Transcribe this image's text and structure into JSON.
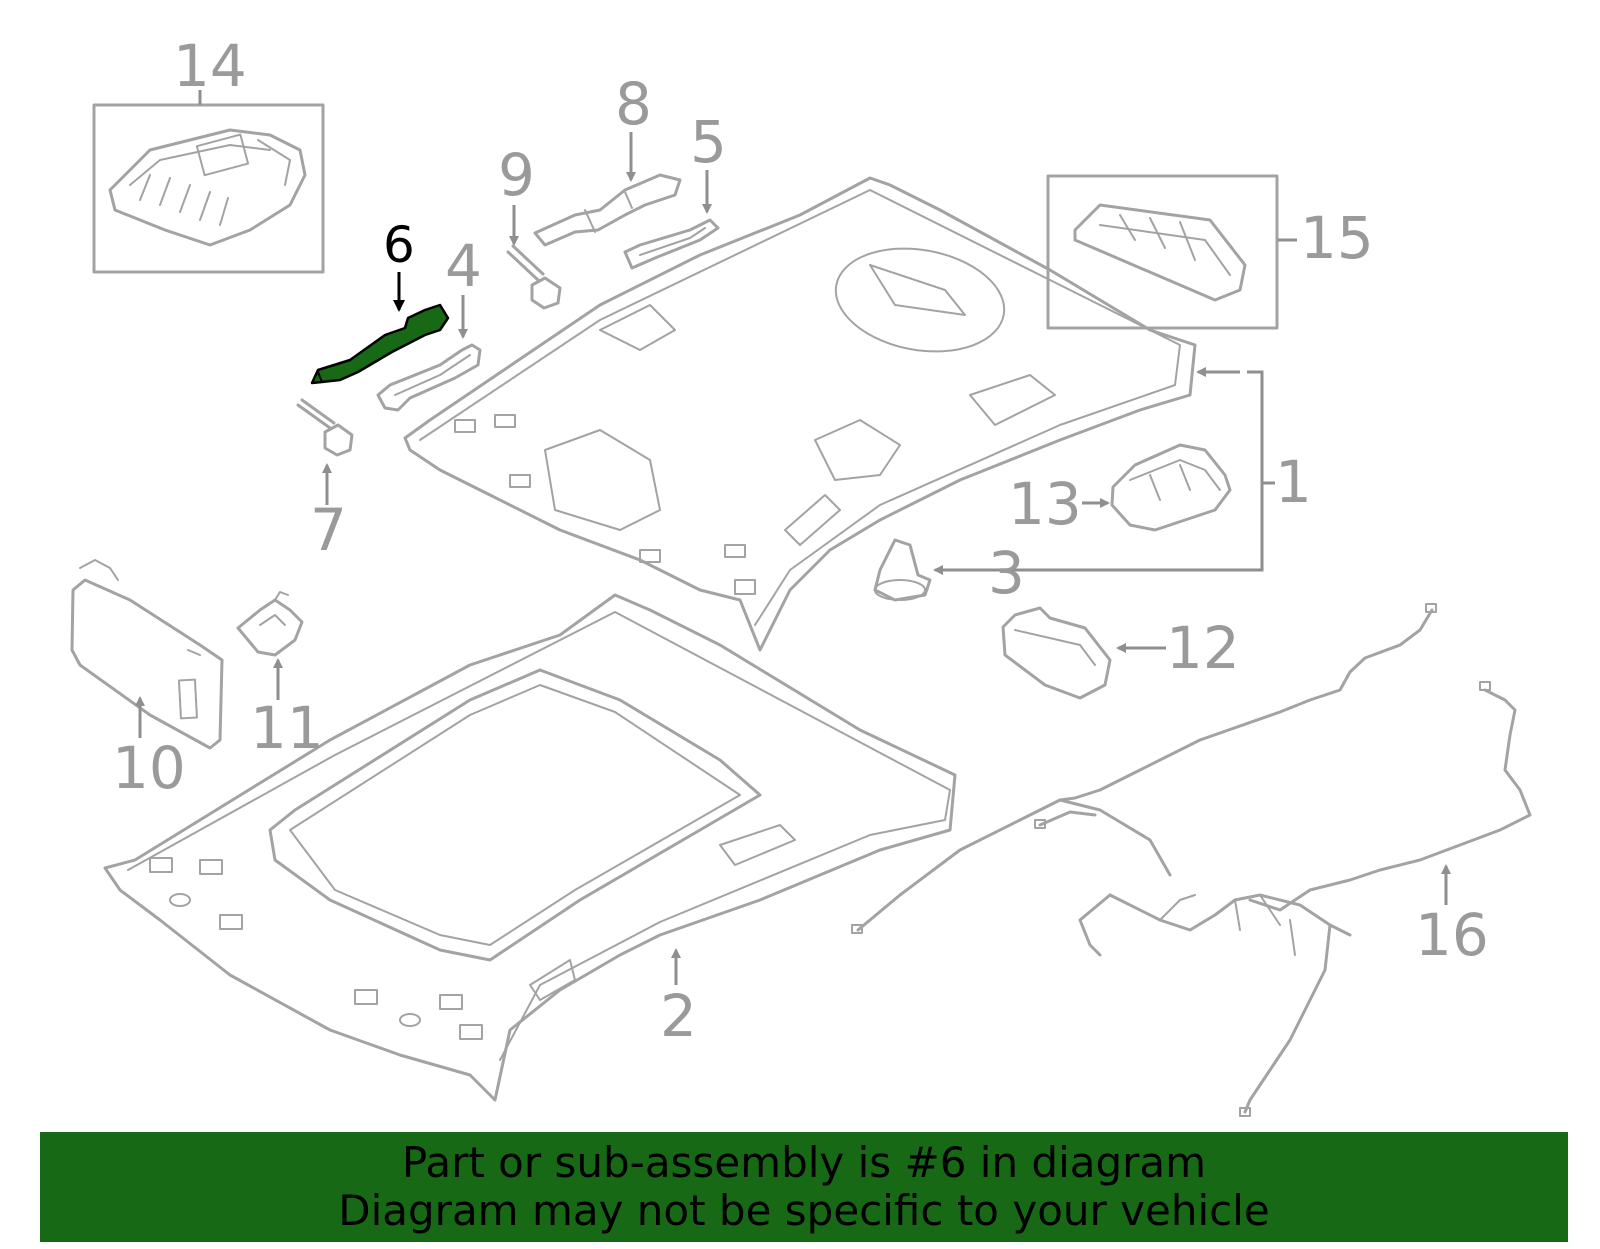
{
  "diagram": {
    "highlight_color": "#176916",
    "part_stroke_color": "#a3a3a3",
    "callouts": {
      "c1": "1",
      "c2": "2",
      "c3": "3",
      "c4": "4",
      "c5": "5",
      "c6": "6",
      "c7": "7",
      "c8": "8",
      "c9": "9",
      "c10": "10",
      "c11": "11",
      "c12": "12",
      "c13": "13",
      "c14": "14",
      "c15": "15",
      "c16": "16"
    },
    "highlighted_part": "6"
  },
  "banner": {
    "line1": "Part or sub-assembly is #6 in diagram",
    "line2": "Diagram may not be specific to your vehicle",
    "background": "#176916"
  }
}
